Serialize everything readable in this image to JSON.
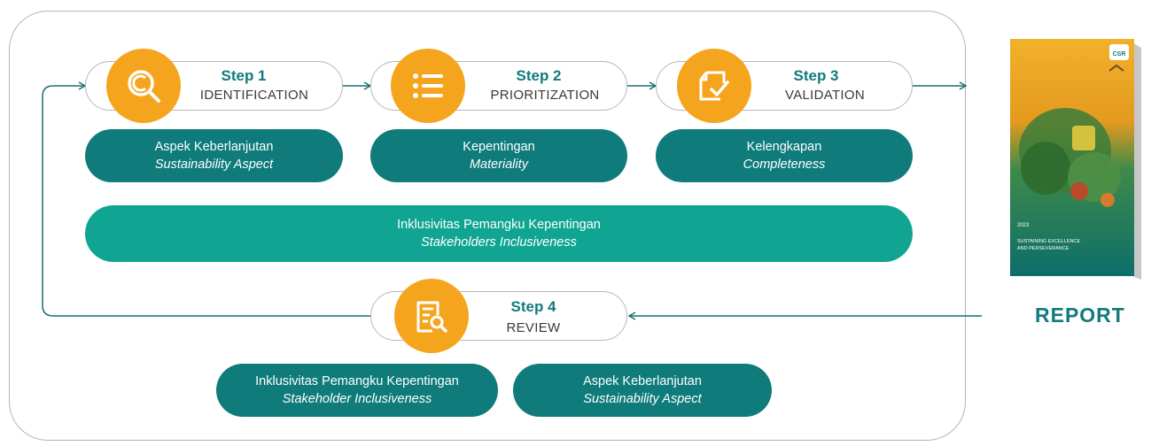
{
  "steps": [
    {
      "title": "Step 1",
      "name": "IDENTIFICATION",
      "box_main": "Aspek Keberlanjutan",
      "box_sub": "Sustainability Aspect"
    },
    {
      "title": "Step 2",
      "name": "PRIORITIZATION",
      "box_main": "Kepentingan",
      "box_sub": "Materiality"
    },
    {
      "title": "Step 3",
      "name": "VALIDATION",
      "box_main": "Kelengkapan",
      "box_sub": "Completeness"
    },
    {
      "title": "Step 4",
      "name": "REVIEW"
    }
  ],
  "inclusiveness": {
    "main": "Inklusivitas Pemangku Kepentingan",
    "sub": "Stakeholders Inclusiveness"
  },
  "review_boxes": [
    {
      "main": "Inklusivitas Pemangku Kepentingan",
      "sub": "Stakeholder Inclusiveness"
    },
    {
      "main": "Aspek Keberlanjutan",
      "sub": "Sustainability Aspect"
    }
  ],
  "report": {
    "label": "REPORT",
    "cover_badge": "CSR",
    "cover_year": "2023",
    "cover_title_1": "SUSTAINING EXCELLENCE",
    "cover_title_2": "AND PERSEVERANCE"
  },
  "colors": {
    "accent": "#f5a51d",
    "teal_dark": "#0f7b7b",
    "teal_light": "#10a592",
    "line": "#1a6f72"
  },
  "icons": [
    "search-icon",
    "list-icon",
    "checklist-icon",
    "document-search-icon"
  ]
}
